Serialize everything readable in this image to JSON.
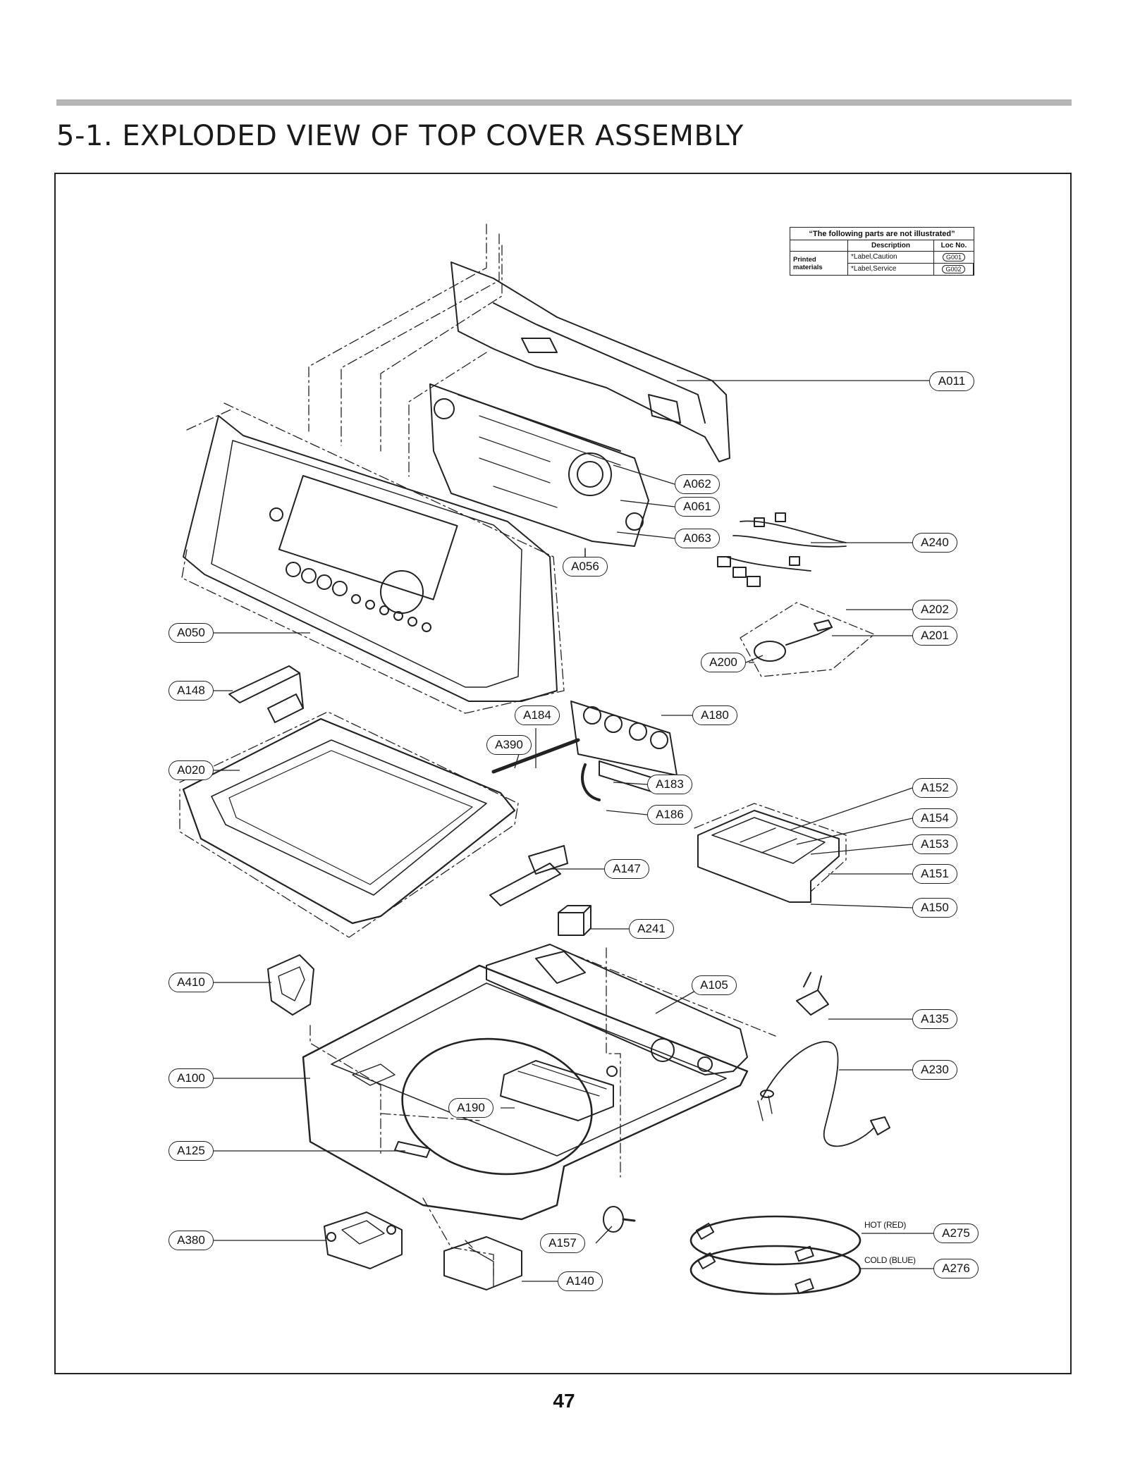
{
  "header": {
    "title": "5-1. EXPLODED VIEW OF TOP COVER ASSEMBLY"
  },
  "legend": {
    "title": "“The following parts are not illustrated”",
    "col_description": "Description",
    "col_loc": "Loc No.",
    "group": "Printed materials",
    "rows": [
      {
        "description": "*Label,Caution",
        "loc": "G001"
      },
      {
        "description": "*Label,Service",
        "loc": "G002"
      }
    ]
  },
  "callouts": {
    "A011": "A011",
    "A062": "A062",
    "A061": "A061",
    "A063": "A063",
    "A056": "A056",
    "A240": "A240",
    "A202": "A202",
    "A201": "A201",
    "A200": "A200",
    "A050": "A050",
    "A148": "A148",
    "A184": "A184",
    "A180": "A180",
    "A390": "A390",
    "A020": "A020",
    "A183": "A183",
    "A186": "A186",
    "A152": "A152",
    "A154": "A154",
    "A153": "A153",
    "A151": "A151",
    "A147": "A147",
    "A150": "A150",
    "A241": "A241",
    "A410": "A410",
    "A105": "A105",
    "A135": "A135",
    "A100": "A100",
    "A230": "A230",
    "A190": "A190",
    "A125": "A125",
    "A380": "A380",
    "A157": "A157",
    "A275": "A275",
    "A276": "A276",
    "A140": "A140"
  },
  "hoses": {
    "hot": "HOT (RED)",
    "cold": "COLD (BLUE)"
  },
  "footer": {
    "page_number": "47"
  }
}
